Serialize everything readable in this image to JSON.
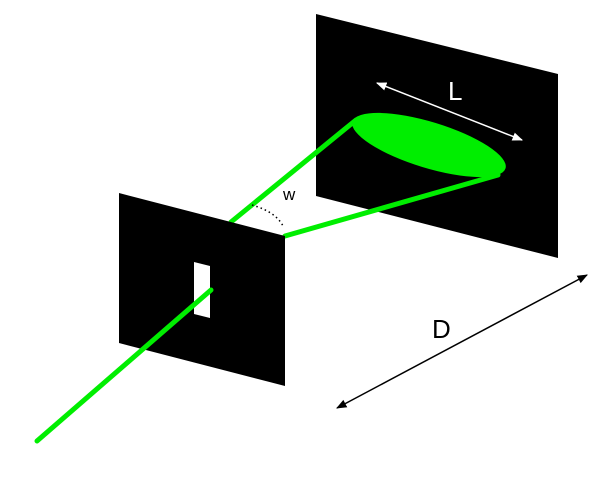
{
  "diagram": {
    "label_L": "L",
    "label_D": "D",
    "label_w": "w"
  },
  "colors": {
    "beam": "#00ee00",
    "screen": "#000000",
    "slit": "#ffffff",
    "arrow_light": "#ffffff",
    "arrow_dark": "#000000",
    "background": "#ffffff"
  }
}
